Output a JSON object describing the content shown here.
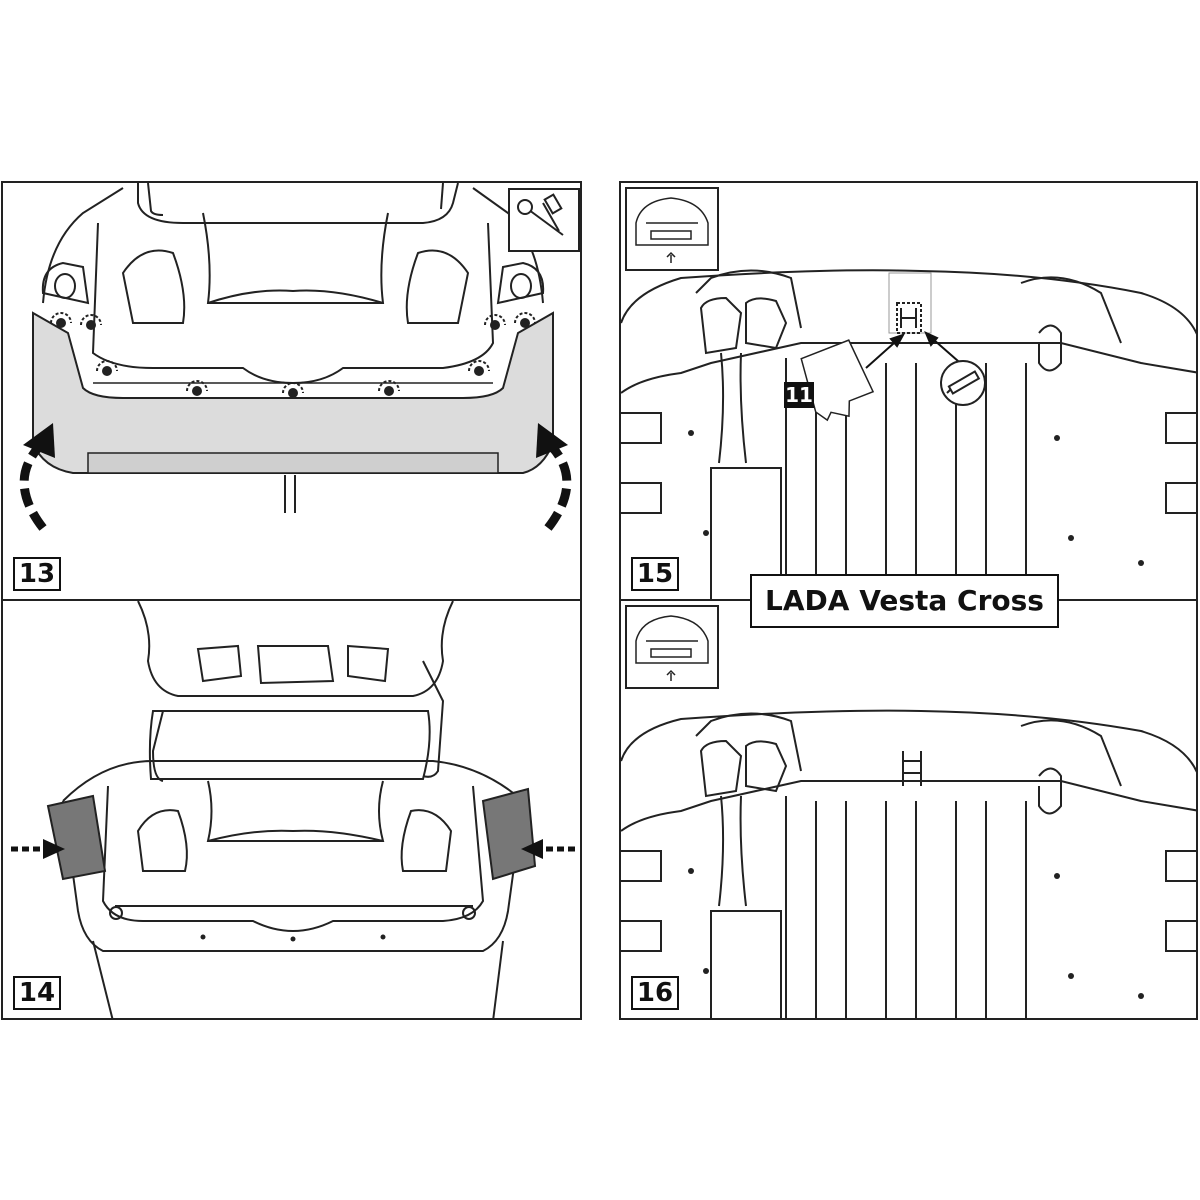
{
  "title": "LADA Vesta Cross",
  "steps": {
    "s13": "13",
    "s14": "14",
    "s15": "15",
    "s16": "16"
  },
  "part_number": "11",
  "colors": {
    "line": "#222222",
    "bumper_fill": "#dcdcdc",
    "dark_fill": "#777777",
    "arrow": "#111111"
  },
  "icons": {
    "panel13_tool": "socket-wrench-icon",
    "panel15_locator": "car-rear-thumbnail-icon",
    "panel15_tool": "utility-knife-icon",
    "panel16_locator": "car-rear-thumbnail-icon"
  }
}
